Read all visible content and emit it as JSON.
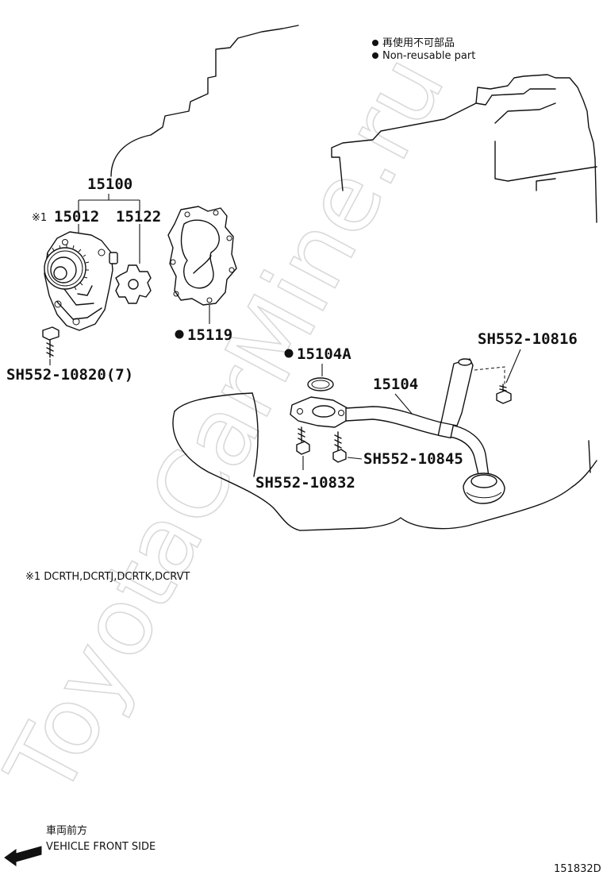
{
  "legend": {
    "jp": "再使用不可部品",
    "en": "Non-reusable part"
  },
  "parts": {
    "assembly": "15100",
    "pump_body": "15012",
    "rotor": "15122",
    "gasket": "15119",
    "oring": "15104A",
    "strainer": "15104",
    "bolt_upper_right": "SH552-10816",
    "bolt_pump": "SH552-10820(7)",
    "bolt_mid": "SH552-10845",
    "bolt_lower": "SH552-10832"
  },
  "marks": {
    "note_ref": "※1"
  },
  "footnote": "※1 DCRTH,DCRTJ,DCRTK,DCRVT",
  "direction": {
    "jp": "車両前方",
    "en": "VEHICLE FRONT SIDE"
  },
  "diagram_code": "151832D",
  "watermark_text": "ToyotaCarMine.ru"
}
